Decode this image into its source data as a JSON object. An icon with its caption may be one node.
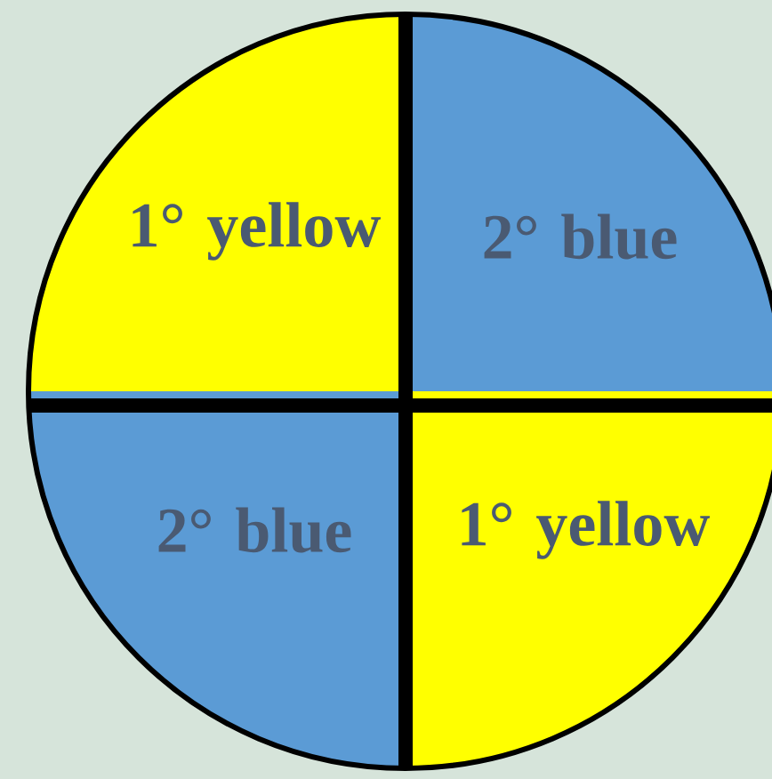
{
  "diagram": {
    "nodes": [
      {
        "text": [
          "1° yellow"
        ]
      },
      {
        "text": [
          "2° blue"
        ]
      },
      {
        "text": [
          "2° blue"
        ]
      },
      {
        "text": [
          "1° yellow"
        ]
      }
    ]
  }
}
